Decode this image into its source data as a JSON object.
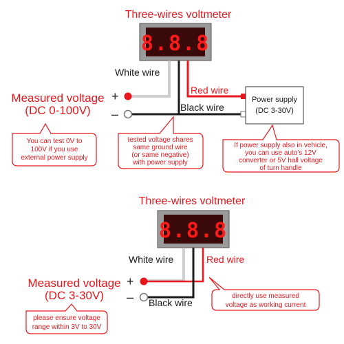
{
  "colors": {
    "accent_red": "#e8171d",
    "wire_black": "#1a1a1a",
    "wire_white": "#cfcfcf",
    "meter_bezel": "#9a9a9a",
    "meter_screen": "#3a0a0a"
  },
  "top": {
    "title": "Three-wires voltmeter",
    "display": "8.8.8",
    "white_wire": "White wire",
    "red_wire": "Red wire",
    "black_wire": "Black wire",
    "measured_line1": "Measured voltage",
    "measured_line2": "(DC 0-100V)",
    "plus": "+",
    "minus": "–",
    "power_supply_line1": "Power supply",
    "power_supply_line2": "(DC 3-30V)",
    "note_left": [
      "You can test 0V to",
      "100V if you use",
      "external power supply"
    ],
    "note_mid": [
      "tested voltage shares",
      "same ground wire",
      "(or same negative)",
      "with power supply"
    ],
    "note_right": [
      "If power supply also in vehicle,",
      "you can use auto's 12V",
      "converter or 5V hall voltage",
      "of turn handle"
    ]
  },
  "bottom": {
    "title": "Three-wires voltmeter",
    "display": "8.8.8",
    "white_wire": "White wire",
    "red_wire": "Red wire",
    "black_wire": "Black wire",
    "measured_line1": "Measured voltage",
    "measured_line2": "(DC 3-30V)",
    "plus": "+",
    "minus": "–",
    "note_left": [
      "please ensure voltage",
      "range within 3V to 30V"
    ],
    "note_right": [
      "directly use measured",
      "voltage as working current"
    ]
  }
}
